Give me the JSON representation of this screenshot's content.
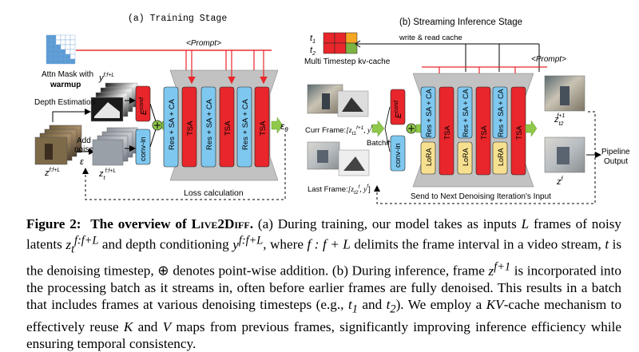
{
  "figure": {
    "training": {
      "title": "(a) Training Stage",
      "prompt": "<Prompt>",
      "attn_mask": "Attn Mask with",
      "warmup": "warmup",
      "depth_estimation": "Depth Estimation",
      "depth_label": "y",
      "depth_sup": "f:f+L",
      "frames_label": "z",
      "frames_sup": "f:f+L",
      "add_noise_1": "Add",
      "add_noise_2": "noise",
      "epsilon": "ε",
      "noisy_label": "z",
      "noisy_sub": "t",
      "noisy_sup": "f:f+L",
      "econd": "E",
      "econd_sup": "cond",
      "conv_in": "conv-in",
      "block_res": "Res + SA + CA",
      "block_tsa": "TSA",
      "eps_theta": "ε",
      "eps_theta_sub": "θ",
      "loss": "Loss calculation"
    },
    "inference": {
      "title": "(b) Streaming Inference Stage",
      "prompt": "<Prompt>",
      "t1": "t",
      "t1_sub": "1",
      "t2": "t",
      "t2_sub": "2",
      "cache_label": "write & read cache",
      "kv_cache": "Multi Timestep kv-cache",
      "curr_frame": "Curr Frame:",
      "curr_frame_tuple": "[z",
      "curr_frame_sub": "t1",
      "curr_frame_sup": "f+1",
      "curr_frame_y": ", y",
      "curr_frame_ysup": "f+1",
      "last_frame": "Last Frame:",
      "last_frame_tuple": "[z",
      "last_frame_sub": "t2",
      "last_frame_sup": "f",
      "last_frame_y": ", y",
      "last_frame_ysup": "f",
      "batchify": "Batchify",
      "econd": "E",
      "econd_sup": "cond",
      "conv_in": "conv-in",
      "block_res": "Res + SA + CA",
      "block_tsa": "TSA",
      "lora": "LoRA",
      "out_top_label": "z",
      "out_top_sub": "t2",
      "out_top_sup": "f+1",
      "out_bottom_label": "z",
      "out_bottom_sup": "f",
      "pipeline_output_1": "Pipeline",
      "pipeline_output_2": "Output",
      "send_next": "Send to Next Denoising Iteration's Input"
    },
    "colors": {
      "blue": "#7ec8f0",
      "red": "#e8262b",
      "yellow": "#f6e08f",
      "gray": "#c2c2c2",
      "green": "#8fc84a",
      "mask": "#5b9bd5",
      "cache_red": "#e8262b",
      "cache_orange": "#f5a623",
      "cache_green": "#7cb342"
    }
  },
  "caption": {
    "figure_label": "Figure 2:",
    "bold_lead": "The overview of",
    "method_name": "Live2Diff.",
    "text_1": "(a) During training, our model takes as inputs",
    "var_L": "L",
    "text_2": "frames of noisy latents",
    "var_z": "z",
    "var_z_sub": "t",
    "var_z_sup": "f:f+L",
    "text_3": "and depth conditioning",
    "var_y": "y",
    "var_y_sup": "f:f+L",
    "text_4": ", where",
    "var_range": "f : f + L",
    "text_5": "delimits the frame interval in a video stream,",
    "var_t": "t",
    "text_6": "is the denoising timestep,",
    "oplus": "⊕",
    "text_7": "denotes point-wise addition. (b) During inference, frame",
    "var_z2": "z",
    "var_z2_sup": "f+1",
    "text_8": "is incorporated into the processing batch as it streams in, often before earlier frames are fully denoised. This results in a batch that includes frames at various denoising timesteps (e.g.,",
    "var_t1": "t",
    "var_t1_sub": "1",
    "text_and": "and",
    "var_t2": "t",
    "var_t2_sub": "2",
    "text_9": "). We employ a",
    "var_kv": "KV",
    "text_10": "-cache mechanism to effectively reuse",
    "var_K": "K",
    "text_11": "and",
    "var_V": "V",
    "text_12": "maps from previous frames, significantly improving inference efficiency while ensuring temporal consistency."
  }
}
